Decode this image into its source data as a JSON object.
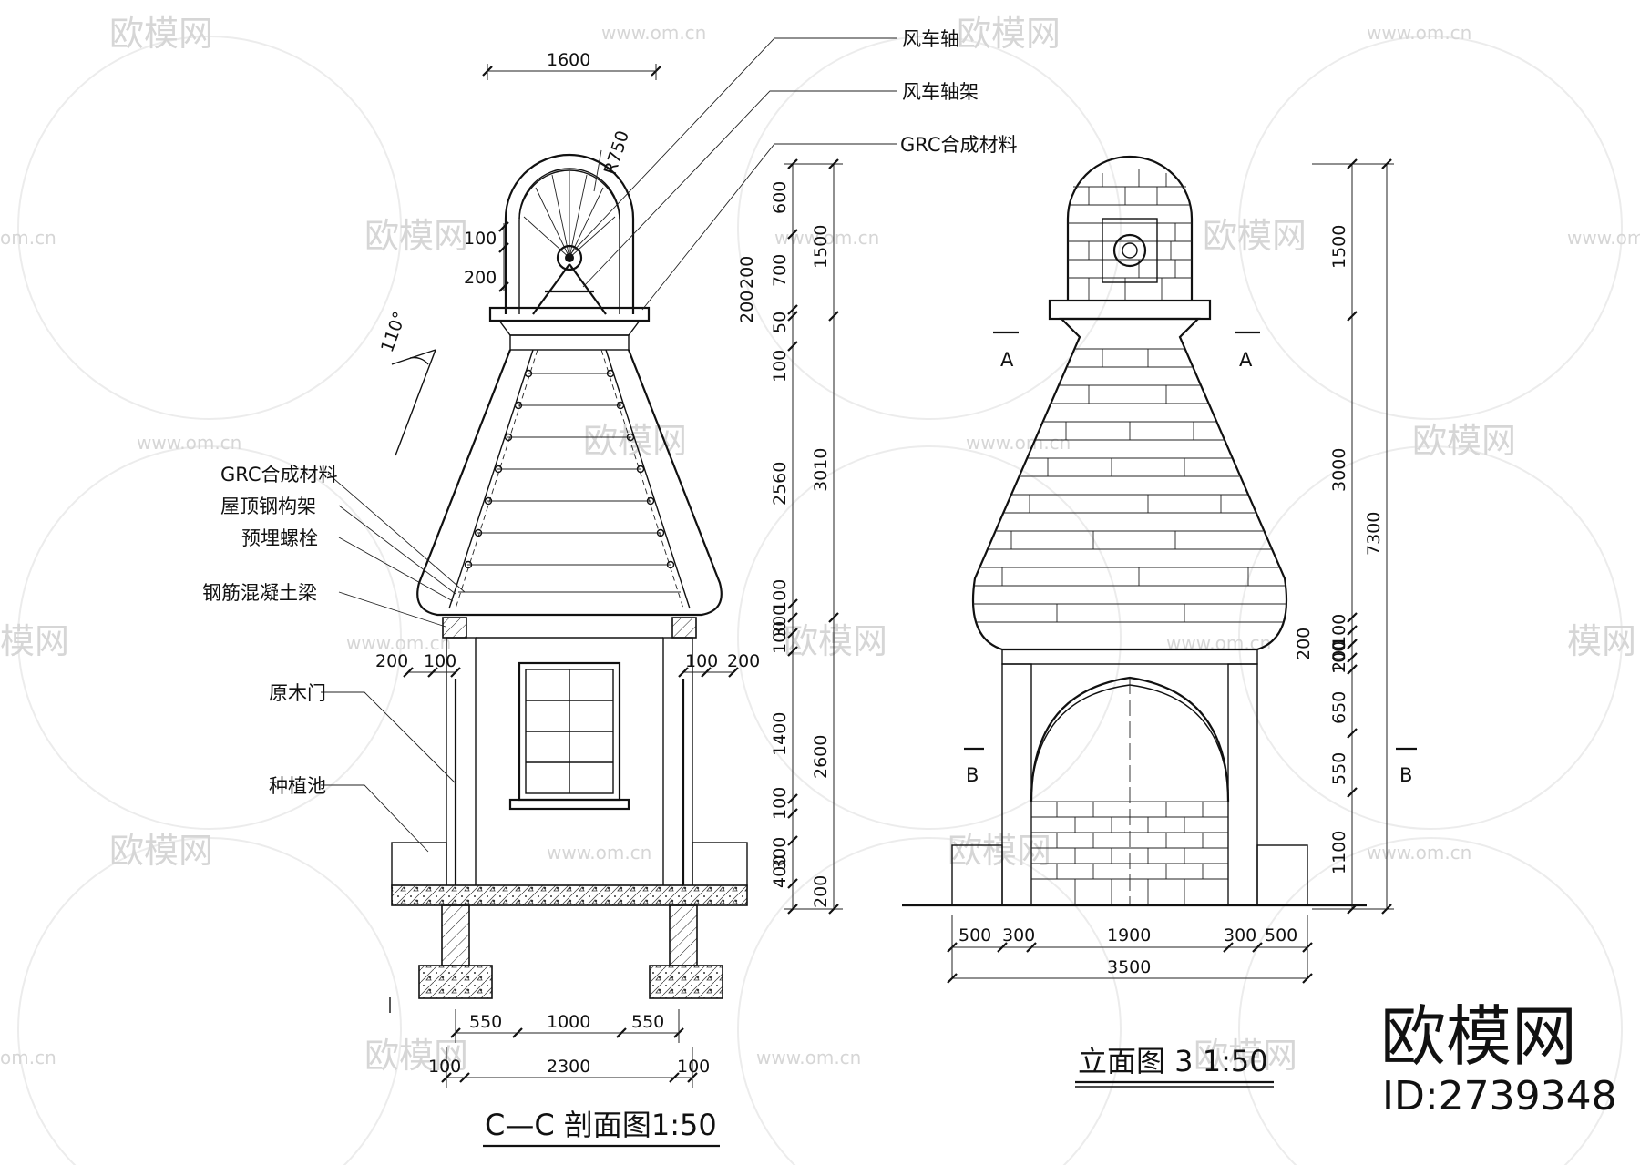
{
  "watermarks": {
    "brand_text": "欧模网",
    "url_text": "www.om.cn",
    "partial_url_text": "om.cn",
    "partial_brand_text": "模网"
  },
  "labels": {
    "shaft": "风车轴",
    "shaft_frame": "风车轴架",
    "grc_top": "GRC合成材料",
    "grc_side": "GRC合成材料",
    "roof_steel": "屋顶钢构架",
    "bolt": "预埋螺栓",
    "beam": "钢筋混凝土梁",
    "door": "原木门",
    "planter": "种植池"
  },
  "section": {
    "title": "C—C 剖面图1:50",
    "dims": {
      "top_width": "1600",
      "radius": "R750",
      "d100": "100",
      "d200": "200",
      "angle": "110°",
      "right_chain": [
        "600",
        "700",
        "50",
        "100",
        "2560",
        "100",
        "100",
        "300",
        "1400",
        "100",
        "300",
        "400",
        "200"
      ],
      "right_chain_extra": [
        "200",
        "200"
      ],
      "right_total_a": "1500",
      "right_total_b": "3010",
      "right_total_c": "2600",
      "left_eave": [
        "200",
        "100"
      ],
      "right_eave": [
        "100",
        "200"
      ],
      "bottom_a": [
        "550",
        "1000",
        "550"
      ],
      "bottom_b": [
        "100",
        "2300",
        "100"
      ]
    }
  },
  "elevation": {
    "title": "立面图 3  1:50",
    "marks": {
      "a_left": "A",
      "a_right": "A",
      "b_left": "B",
      "b_right": "B"
    },
    "dims": {
      "right_inner": [
        "1500",
        "3000",
        "200",
        "100",
        "200",
        "100",
        "650",
        "550",
        "1100"
      ],
      "right_total": "7300",
      "bottom_a": [
        "500",
        "300",
        "1900",
        "300",
        "500"
      ],
      "bottom_total": "3500"
    }
  },
  "brand": {
    "name": "欧模网",
    "id": "ID:2739348"
  }
}
